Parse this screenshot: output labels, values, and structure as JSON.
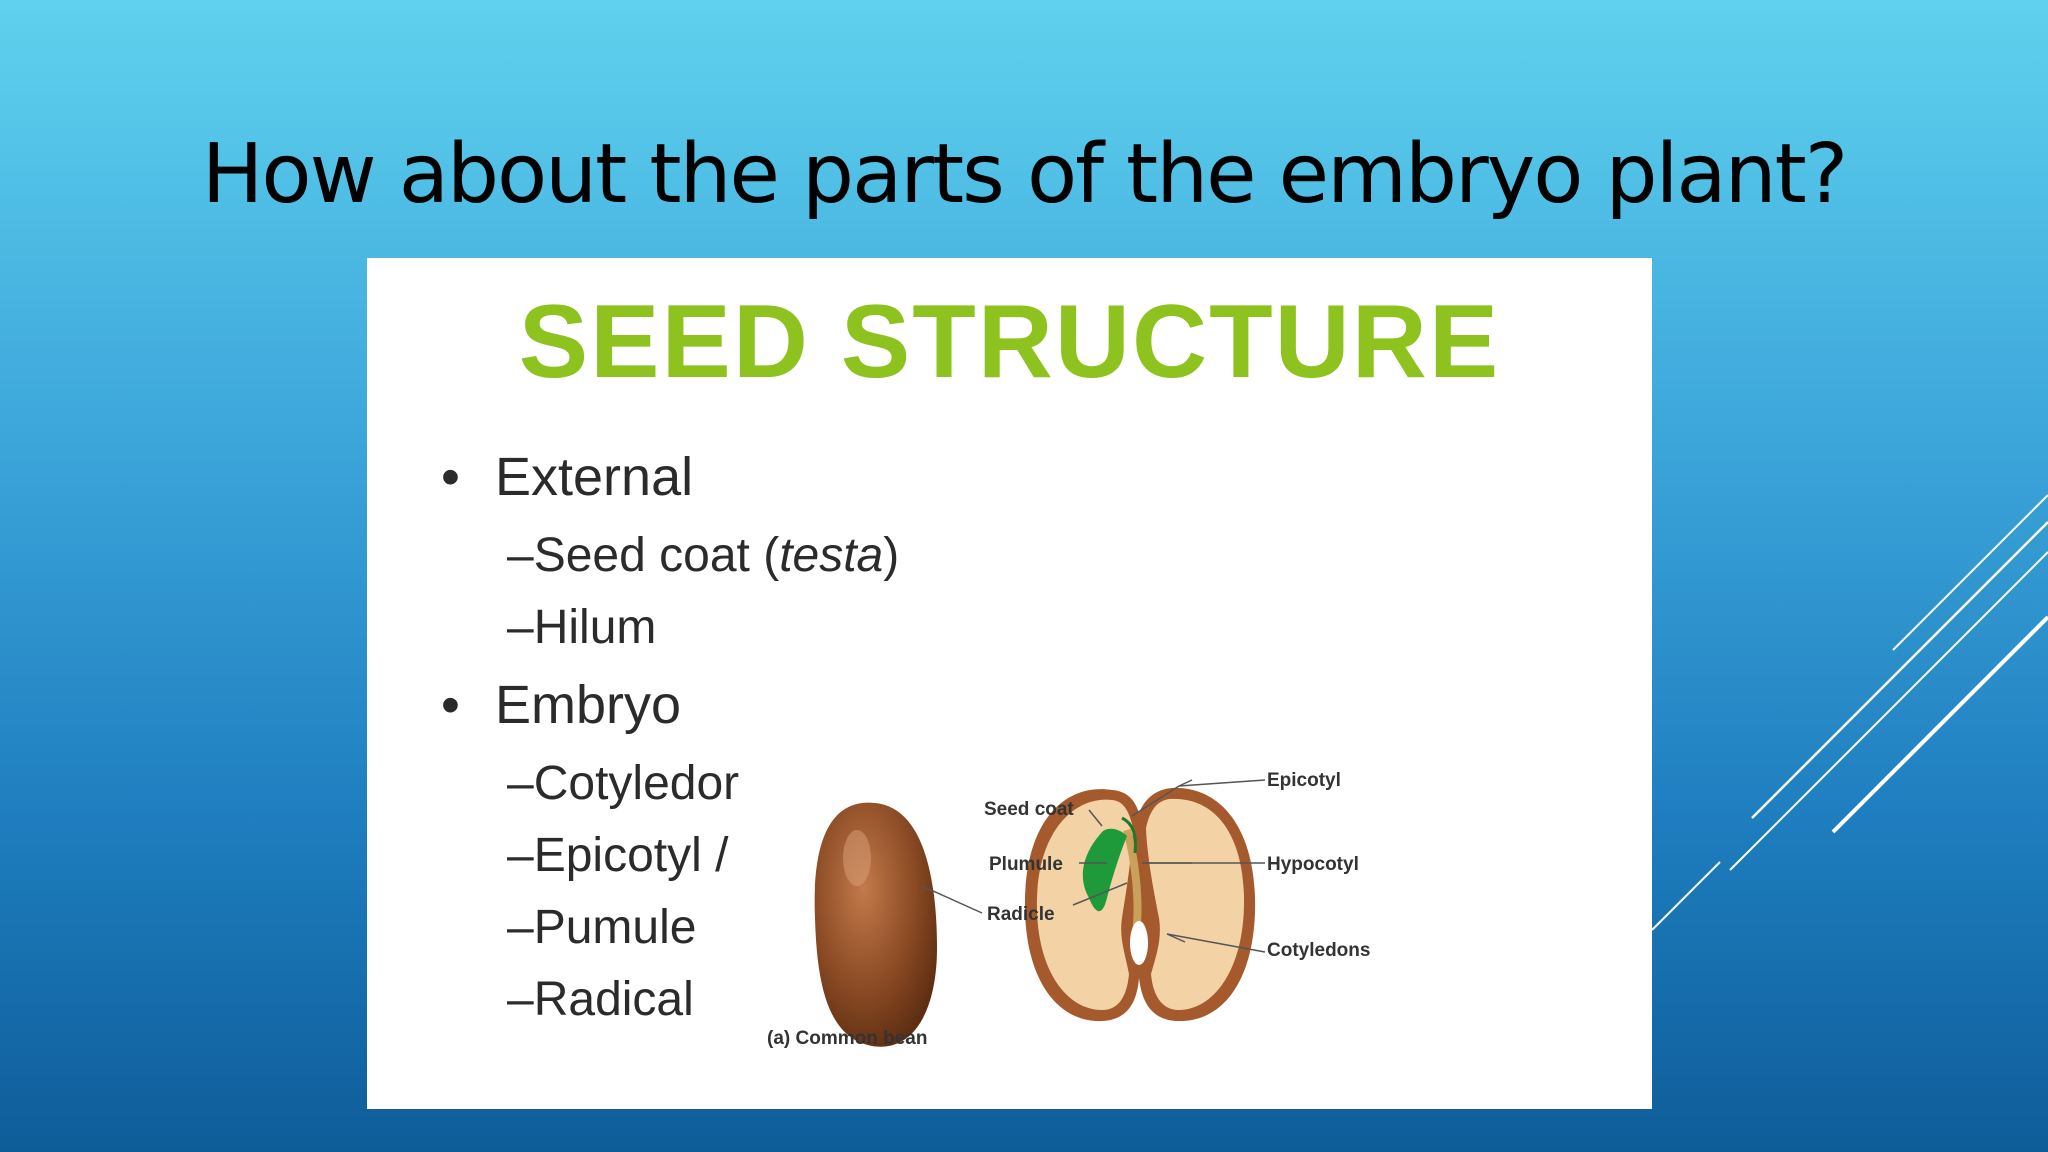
{
  "slide": {
    "title": "How about the parts of the embryo plant?"
  },
  "image": {
    "heading": "SEED STRUCTURE",
    "bullets": [
      {
        "text": "External",
        "sub": [
          "Seed coat (",
          "testa",
          ")",
          "Hilum"
        ]
      },
      {
        "text": "Embryo",
        "sub": [
          "Cotyledor",
          "Epicotyl /",
          "Pumule",
          "Radical"
        ]
      }
    ],
    "bullet_glyph": "•",
    "dash_glyph": "–",
    "diagram": {
      "caption": "(a) Common bean",
      "labels": {
        "seed_coat": "Seed coat",
        "plumule": "Plumule",
        "radicle": "Radicle",
        "epicotyl": "Epicotyl",
        "hypocotyl": "Hypocotyl",
        "cotyledons": "Cotyledons"
      }
    }
  },
  "colors": {
    "heading": "#8dc21f",
    "seed_brown": "#8a4a24",
    "cotyledon": "#f3d3a6",
    "plumule_green": "#1e9a3a"
  }
}
